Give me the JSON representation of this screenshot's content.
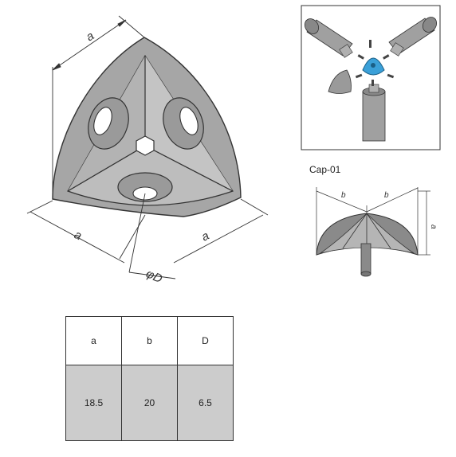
{
  "main_drawing": {
    "dim_a_top": "a",
    "dim_a_left": "a",
    "dim_a_right": "a",
    "dim_diameter": "φD"
  },
  "assembly_inset": {},
  "cap": {
    "title": "Cap-01",
    "dim_b_left": "b",
    "dim_b_right": "b",
    "dim_height": "a"
  },
  "spec_table": {
    "headers": [
      "a",
      "b",
      "D"
    ],
    "values": [
      "18.5",
      "20",
      "6.5"
    ]
  },
  "colors": {
    "part_gray": "#a6a6a6",
    "accent_blue": "#3aa0d8",
    "table_fill": "#cccccc"
  }
}
